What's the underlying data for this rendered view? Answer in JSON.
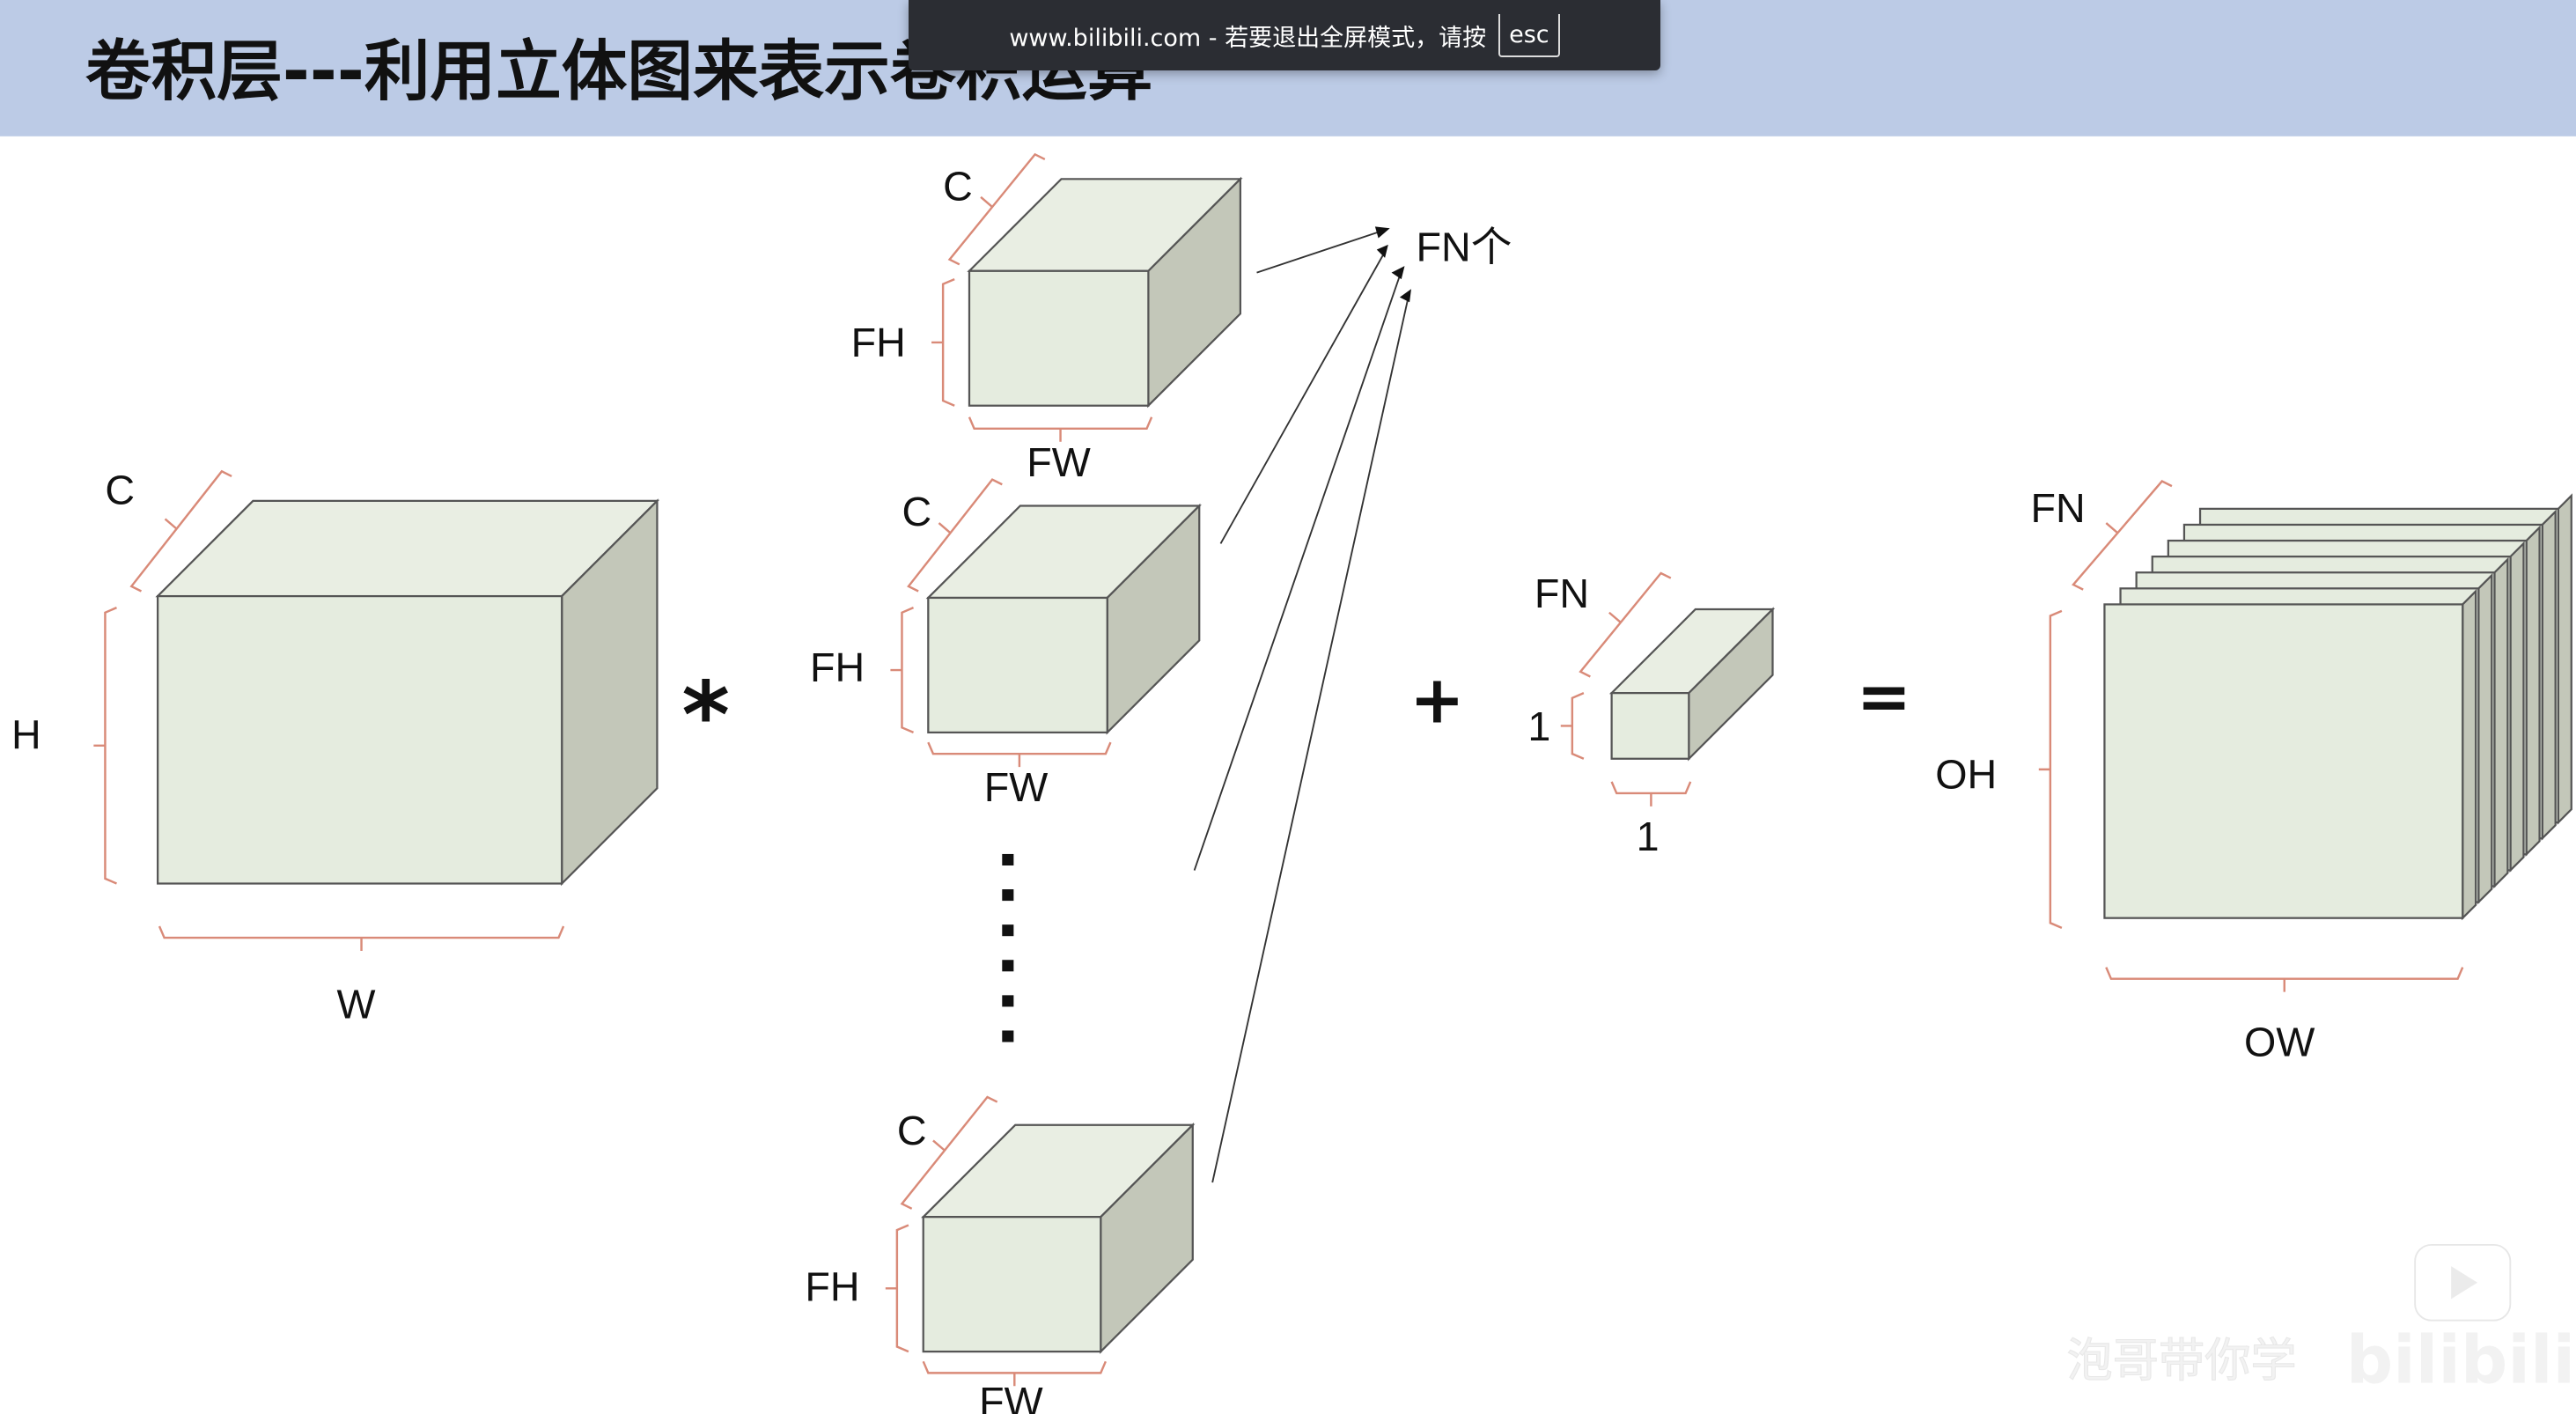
{
  "slide": {
    "title": "卷积层---利用立体图来表示卷积运算",
    "labels": {
      "input_c": "C",
      "input_h": "H",
      "input_w": "W",
      "conv_op": "*",
      "f1_c": "C",
      "f1_fh": "FH",
      "f1_fw": "FW",
      "f2_c": "C",
      "f2_fh": "FH",
      "f2_fw": "FW",
      "f3_c": "C",
      "f3_fh": "FH",
      "f3_fw": "FW",
      "fn_count": "FN个",
      "plus": "+",
      "bias_fn": "FN",
      "bias_h": "1",
      "bias_w": "1",
      "equals": "=",
      "out_fn": "FN",
      "out_oh": "OH",
      "out_ow": "OW"
    }
  },
  "fullscreen_toast": {
    "message": "www.bilibili.com - 若要退出全屏模式，请按",
    "key": "esc"
  },
  "watermark": {
    "uploader": "泡哥带你学",
    "brand": "bilibili"
  },
  "colors": {
    "header_bg": "#bccbe6",
    "face_front": "#e5ecdf",
    "face_top": "#e9eee3",
    "face_side": "#c3c7b9",
    "brace": "#d98a78"
  }
}
